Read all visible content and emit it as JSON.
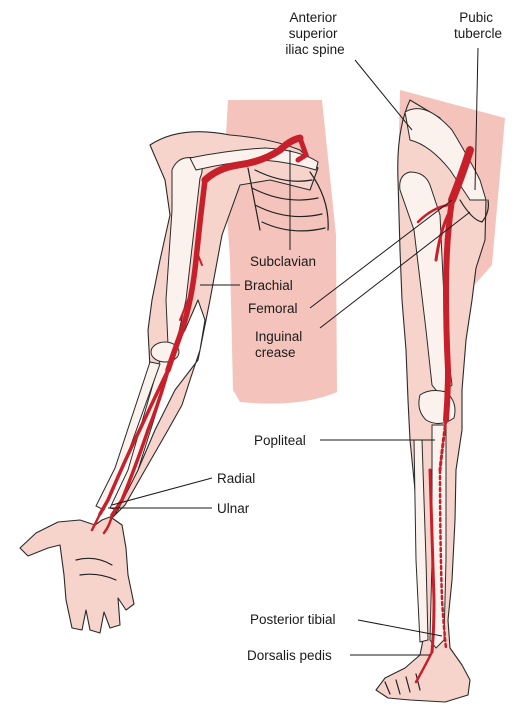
{
  "labels": {
    "asis": [
      "Anterior",
      "superior",
      "iliac spine"
    ],
    "pubic": [
      "Pubic",
      "tubercle"
    ],
    "subclavian": "Subclavian",
    "brachial": "Brachial",
    "femoral": "Femoral",
    "inguinal": [
      "Inguinal",
      "crease"
    ],
    "popliteal": "Popliteal",
    "radial": "Radial",
    "ulnar": "Ulnar",
    "posterior_tibial": "Posterior tibial",
    "dorsalis_pedis": "Dorsalis pedis"
  },
  "colors": {
    "artery": "#c8202a",
    "skin": "#f6d4cc",
    "torso_shade": "#f4c4bc",
    "bone": "#fbf2ee",
    "outline": "#222222"
  }
}
